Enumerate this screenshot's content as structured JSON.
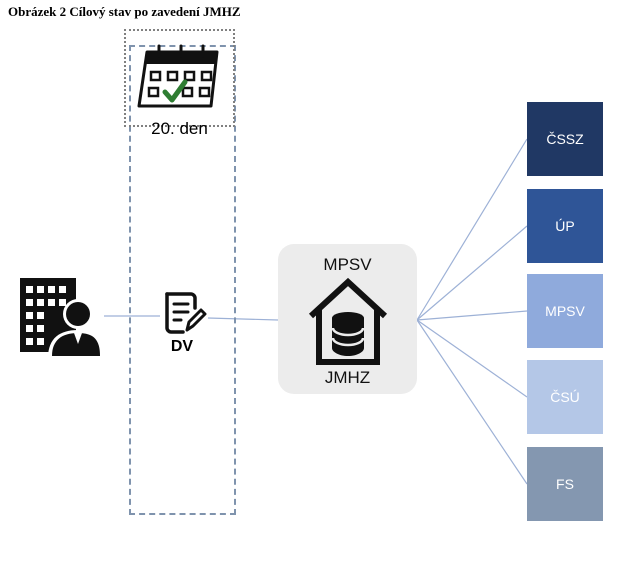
{
  "caption": "Obrázek 2 Cílový stav po zavedení JMHZ",
  "calendar": {
    "label": "20. den",
    "icon": "calendar-check-icon"
  },
  "employer": {
    "icon": "employer-building-person-icon"
  },
  "dv": {
    "label": "DV",
    "icon": "document-edit-icon"
  },
  "center": {
    "top_label": "MPSV",
    "bottom_label": "JMHZ",
    "icon": "house-database-icon"
  },
  "institutions": [
    {
      "label": "ČSSZ",
      "color": "#203864"
    },
    {
      "label": "ÚP",
      "color": "#2f5597"
    },
    {
      "label": "MPSV",
      "color": "#8faadc"
    },
    {
      "label": "ČSÚ",
      "color": "#b4c7e7"
    },
    {
      "label": "FS",
      "color": "#8497b0"
    }
  ],
  "colors": {
    "connector": "#9db1d6",
    "dashed_border": "#7f93ad"
  }
}
